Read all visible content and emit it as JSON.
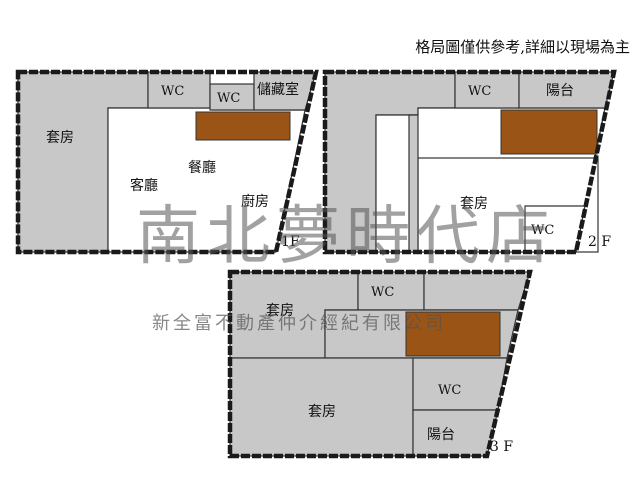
{
  "note": "格局圖僅供參考,詳細以現場為主",
  "floors": {
    "f1": {
      "label": "1F",
      "rooms": {
        "suite": "套房",
        "wc1": "WC",
        "wc2": "WC",
        "storage": "儲藏室",
        "dining": "餐廳",
        "living": "客廳",
        "kitchen": "廚房"
      }
    },
    "f2": {
      "label": "2 F",
      "rooms": {
        "wc1": "WC",
        "balcony": "陽台",
        "suite": "套房",
        "wc2": "WC"
      }
    },
    "f3": {
      "label": "3 F",
      "rooms": {
        "suite_top": "套房",
        "wc1": "WC",
        "wc2": "WC",
        "suite_main": "套房",
        "balcony": "陽台"
      }
    }
  },
  "watermark": {
    "brand": "南北夢時代店",
    "company": "新全富不動產仲介經紀有限公司"
  },
  "colors": {
    "room_fill": "#c8c8c8",
    "open_space": "#ffffff",
    "stairs": "#9a5416",
    "outline": "#1a1a1a"
  }
}
